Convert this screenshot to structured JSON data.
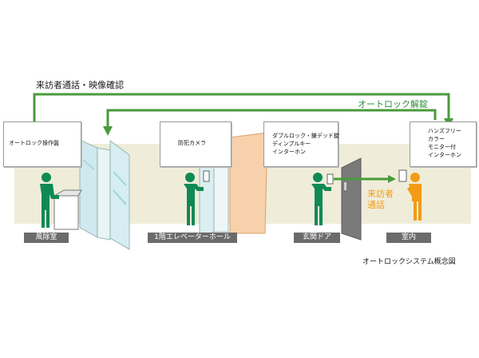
{
  "flows": {
    "visitor_call": "来訪者通話・映像確認",
    "unlock": "オートロック解錠"
  },
  "callouts": {
    "panel": "オートロック操作盤",
    "camera": "防犯カメラ",
    "door_lines": [
      "ダブルロック・鎌デッド錠",
      "ディンプルキー",
      "インターホン"
    ],
    "interphone_lines": [
      "ハンズフリー",
      "カラー",
      "モニター付",
      "インターホン"
    ]
  },
  "areas": {
    "windbreak": "風除室",
    "elevator_hall": "1階エレベーターホール",
    "entrance": "玄関ドア",
    "room": "室内"
  },
  "visitor_voice": [
    "来訪者",
    "通話"
  ],
  "caption": "オートロックシステム概念図",
  "colors": {
    "arrow_green": "#4a9a3c",
    "resident_orange": "#f29b16",
    "person_green": "#0f8a55",
    "wall_beige": "#efedd9",
    "label_gray": "#6b6b6b"
  }
}
